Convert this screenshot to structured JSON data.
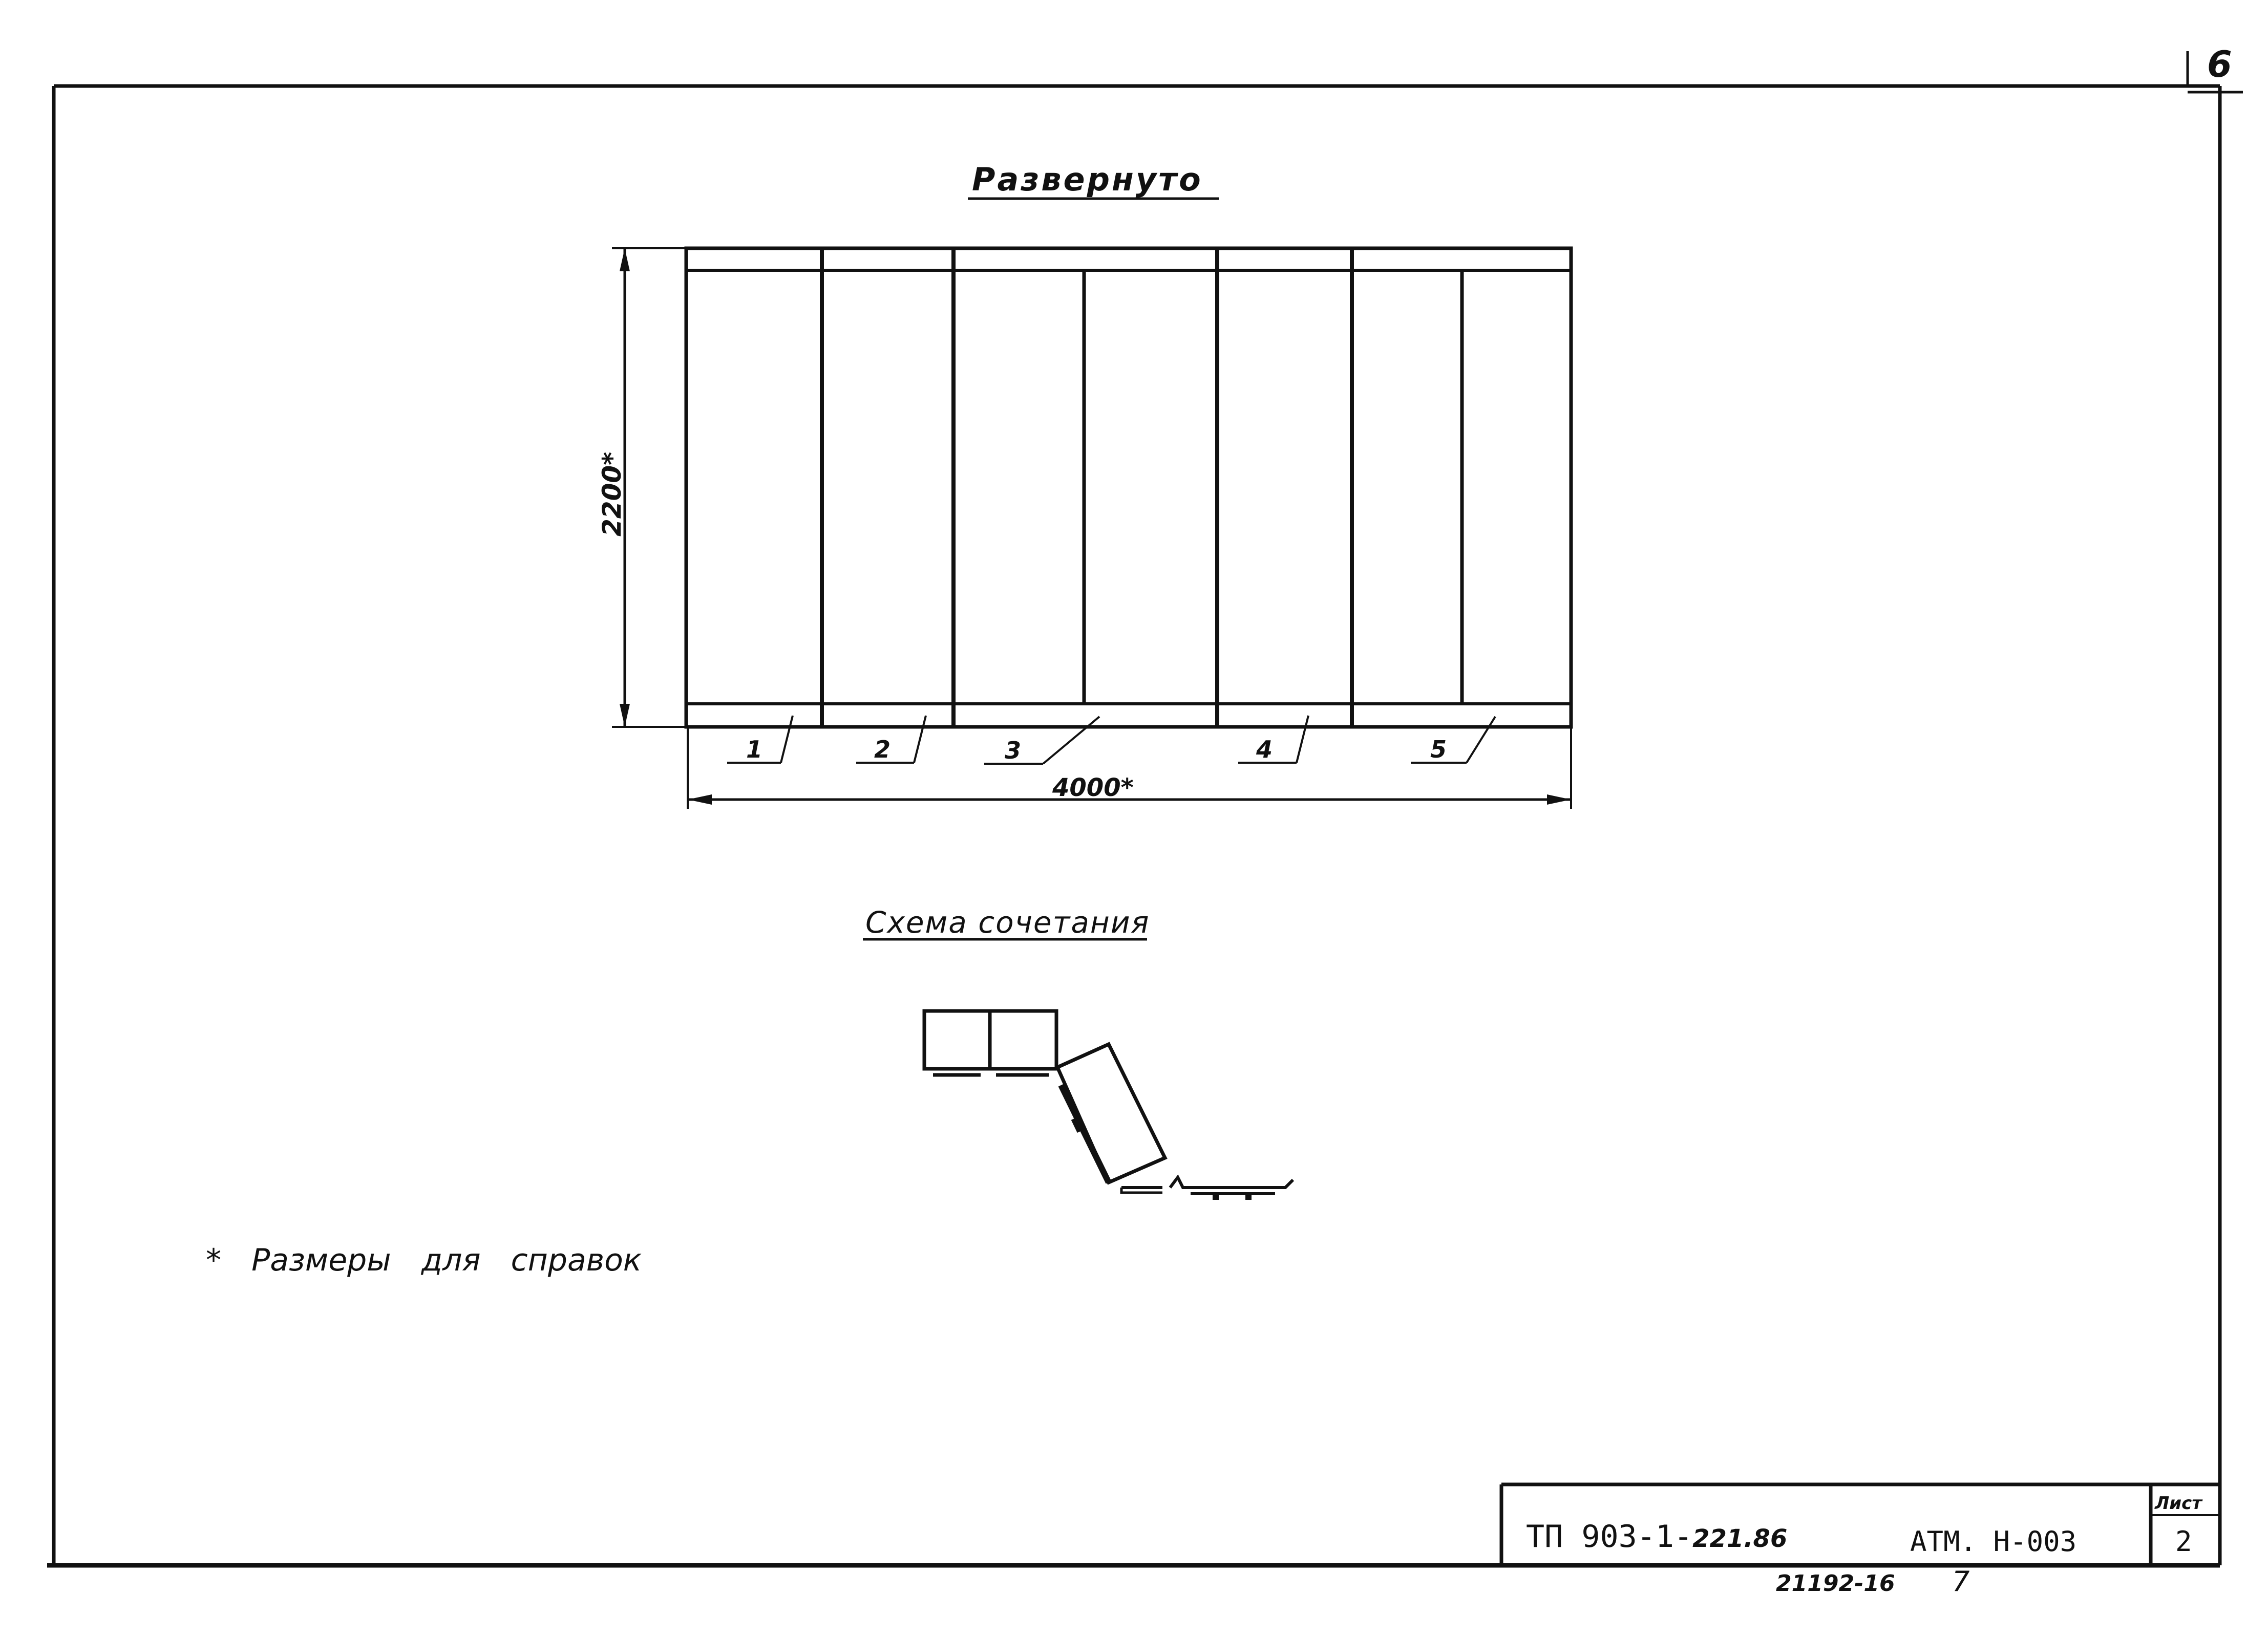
{
  "sheet": {
    "corner_number": "6",
    "page_counter": "7",
    "archive_number": "21192-16"
  },
  "unfolded_view": {
    "title": "Развернуто",
    "height_dim": "2200*",
    "width_dim": "4000*",
    "panel_callouts": [
      "1",
      "2",
      "3",
      "4",
      "5"
    ]
  },
  "combination_scheme": {
    "title": "Схема сочетания"
  },
  "note": "* Размеры для справок",
  "title_block": {
    "project_prefix": "ТП 903-1-",
    "project_number": "221.86",
    "document_code": "АТМ. Н-003",
    "sheet_label": "Лист",
    "sheet_number": "2"
  },
  "colors": {
    "ink": "#111111",
    "paper": "#ffffff"
  }
}
